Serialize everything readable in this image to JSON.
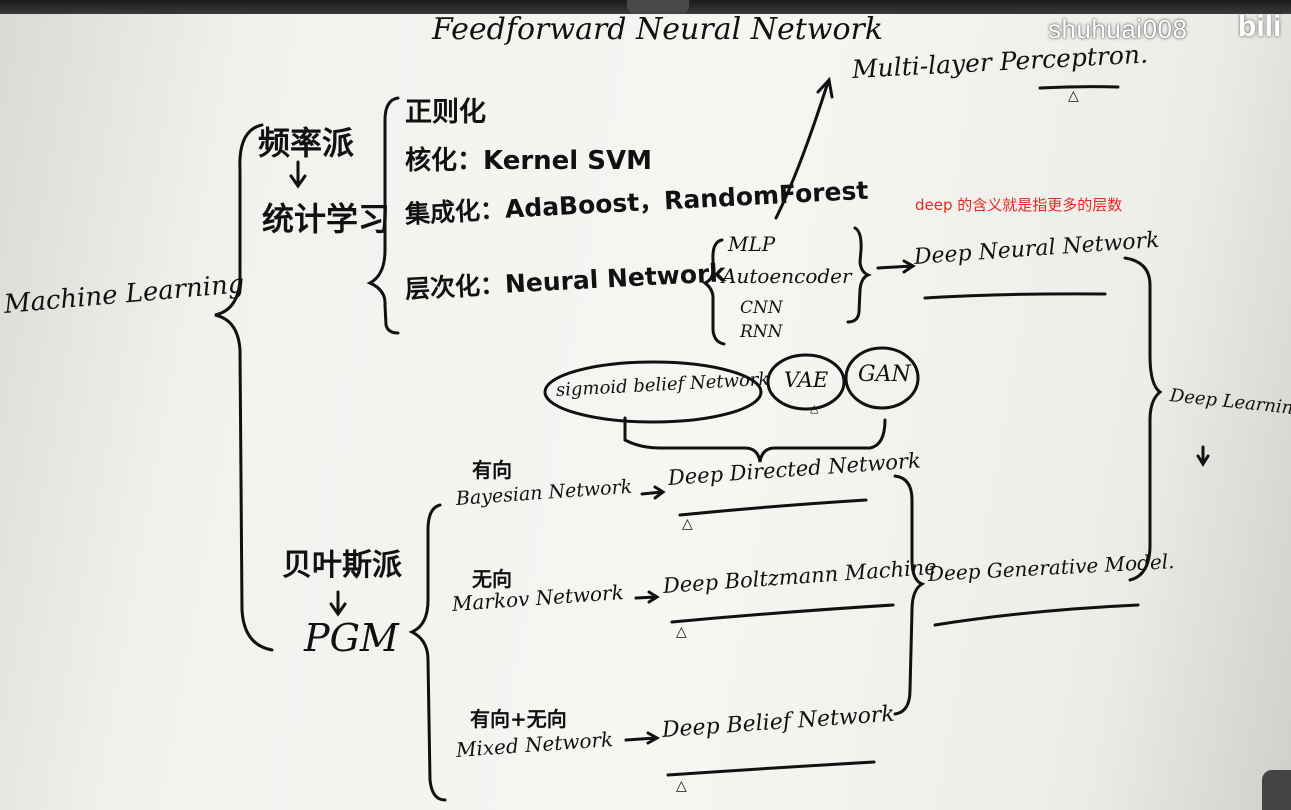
{
  "watermark": {
    "author": "shuhuai008",
    "logo": "bili"
  },
  "overlay_note": "deep 的含义就是指更多的层数",
  "board": {
    "title": "Feedforward Neural Network",
    "mlp_label": "Multi-layer Perceptron.",
    "root": "Machine Learning",
    "frequentist": "频率派",
    "stat_learning": "统计学习",
    "regularization": "正则化",
    "kernel": "核化：Kernel SVM",
    "ensemble": "集成化：AdaBoost，RandomForest",
    "hierarchical": "层次化：Neural Network",
    "nn_types": [
      "MLP",
      "Autoencoder",
      "CNN",
      "RNN"
    ],
    "deep_nn": "Deep Neural Network",
    "deep_learning": "Deep Learning",
    "sbn": "sigmoid belief Network",
    "vae": "VAE",
    "gan": "GAN",
    "bayesian": "贝叶斯派",
    "pgm": "PGM",
    "directed_cn": "有向",
    "bayesian_net": "Bayesian Network",
    "deep_directed": "Deep Directed Network",
    "undirected_cn": "无向",
    "markov_net": "Markov Network",
    "deep_boltzmann": "Deep Boltzmann Machine",
    "mixed_cn": "有向+无向",
    "mixed_net": "Mixed Network",
    "deep_belief": "Deep Belief Network",
    "deep_generative": "Deep Generative Model.",
    "triangle_mark": "△"
  }
}
